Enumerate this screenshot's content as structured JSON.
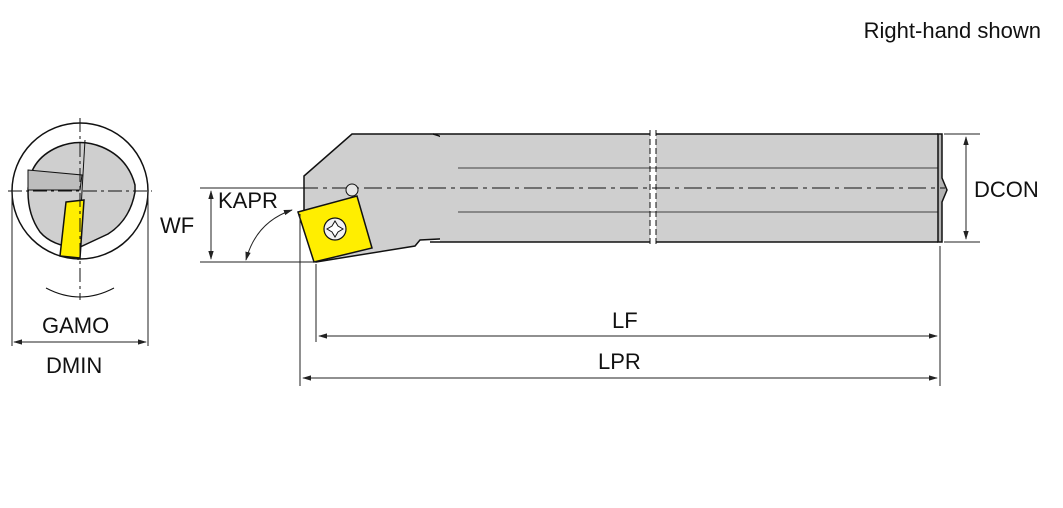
{
  "caption": "Right-hand shown",
  "labels": {
    "dcon": "DCON",
    "wf": "WF",
    "kapr": "KAPR",
    "gamo": "GAMO",
    "dmin": "DMIN",
    "lf": "LF",
    "lpr": "LPR"
  },
  "colors": {
    "body": "#cfcfcf",
    "body_dark": "#b3b3b3",
    "insert": "#ffee00",
    "outline": "#111111",
    "dim_line": "#222222"
  },
  "icons": {
    "insert_screw": "torx-screw-icon"
  }
}
